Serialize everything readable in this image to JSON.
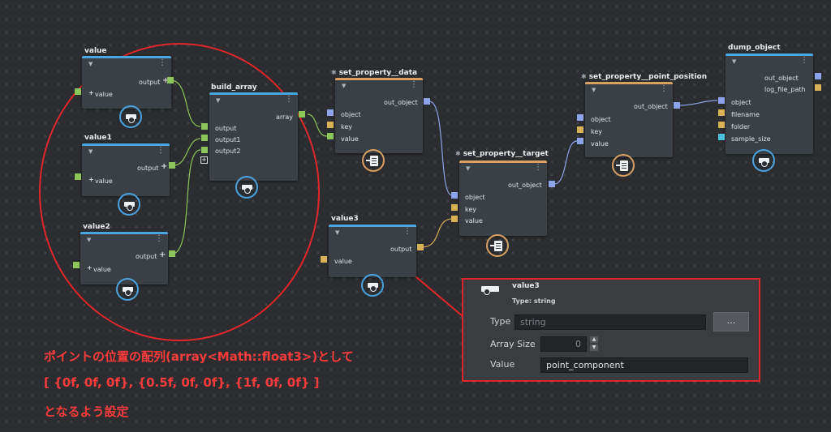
{
  "nodes": {
    "value": {
      "title": "value",
      "out": "output",
      "in": "value"
    },
    "value1": {
      "title": "value1",
      "out": "output",
      "in": "value"
    },
    "value2": {
      "title": "value2",
      "out": "output",
      "in": "value"
    },
    "build_array": {
      "title": "build_array",
      "out": "array",
      "in": [
        "output",
        "output1",
        "output2"
      ]
    },
    "set_property_data": {
      "title": "set_property__data",
      "out": "out_object",
      "in": [
        "object",
        "key",
        "value"
      ]
    },
    "set_property_target": {
      "title": "set_property__target",
      "out": "out_object",
      "in": [
        "object",
        "key",
        "value"
      ]
    },
    "set_property_point_position": {
      "title": "set_property__point_position",
      "out": "out_object",
      "in": [
        "object",
        "key",
        "value"
      ]
    },
    "dump_object": {
      "title": "dump_object",
      "out": [
        "out_object",
        "log_file_path"
      ],
      "in": [
        "object",
        "filename",
        "folder",
        "sample_size"
      ]
    },
    "value3": {
      "title": "value3",
      "out": "output",
      "in": "value"
    }
  },
  "annotation": {
    "line1": "ポイントの位置の配列(array<Math::float3>)として",
    "line2": "[ {0f, 0f, 0f}, {0.5f, 0f, 0f}, {1f, 0f, 0f} ]",
    "line3": "となるよう設定"
  },
  "panel": {
    "title": "value3",
    "subtitle": "Type: string",
    "type_label": "Type",
    "type_placeholder": "string",
    "browse_label": "...",
    "array_size_label": "Array Size",
    "array_size_value": "0",
    "value_label": "Value",
    "value_value": "point_component"
  },
  "colors": {
    "accent_blue": "#49a7df",
    "accent_orange": "#d9a061",
    "pin_green": "#8cc55a",
    "pin_yellow": "#d9b258",
    "pin_blue": "#8da3ea",
    "pin_cyan": "#4fc3dc",
    "highlight_red": "#e0262a"
  }
}
